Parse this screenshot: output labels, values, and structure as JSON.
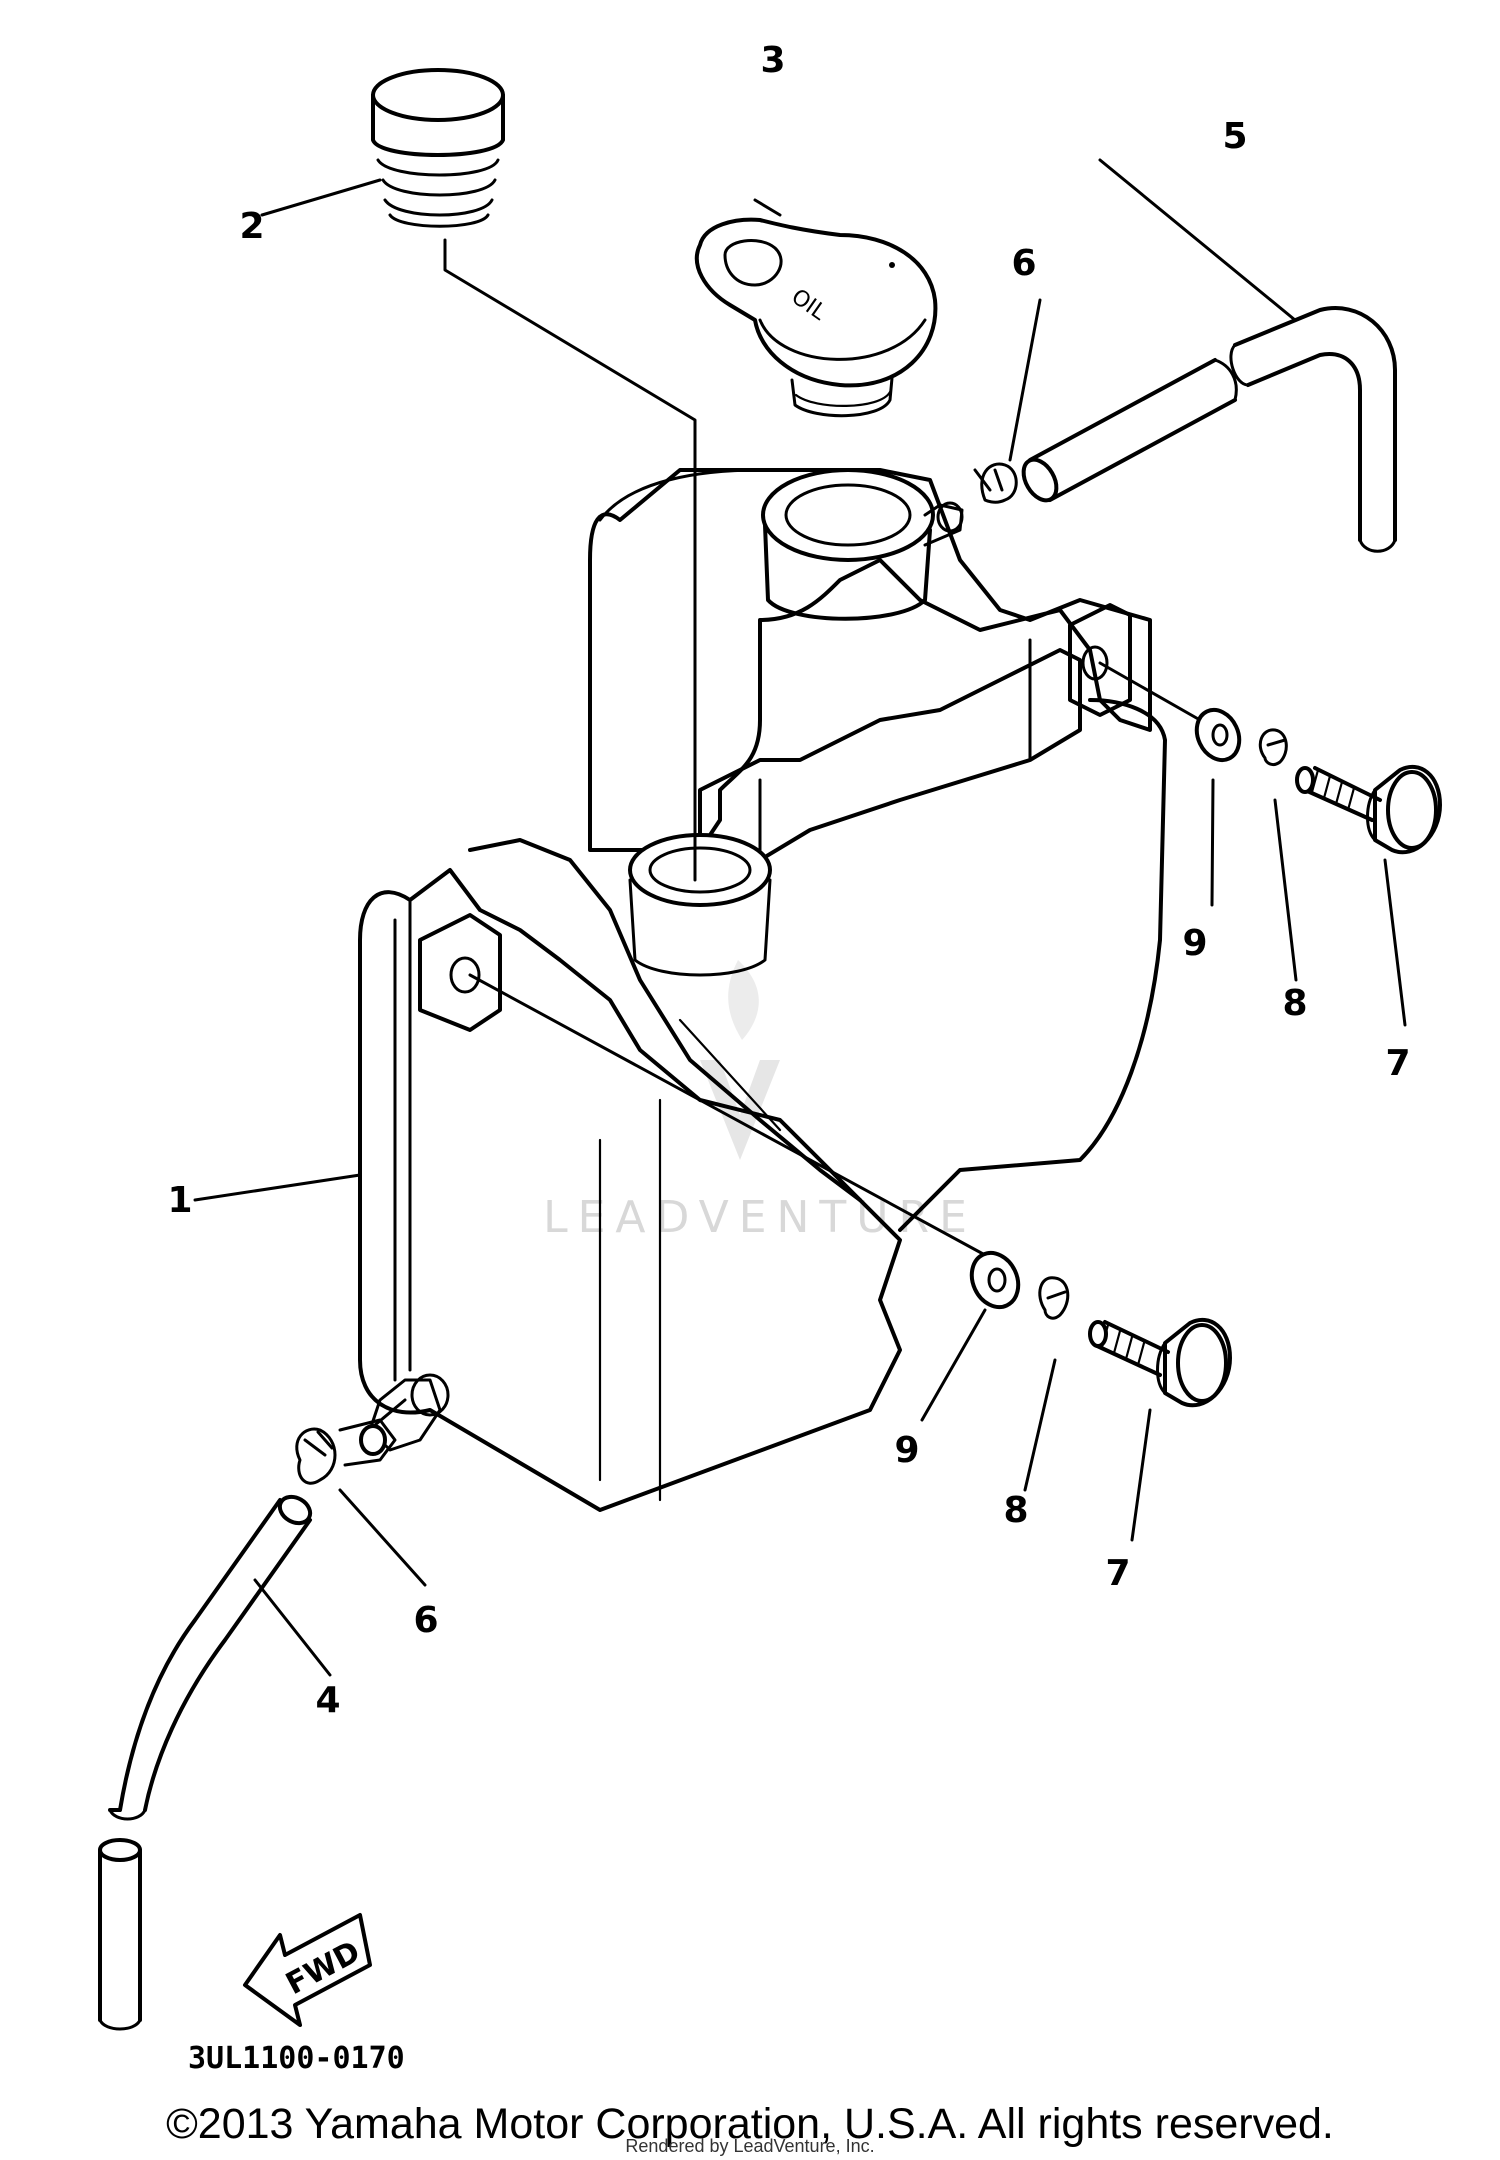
{
  "diagram": {
    "callouts": {
      "c1": "1",
      "c2": "2",
      "c3": "3",
      "c4": "4",
      "c5": "5",
      "c6a": "6",
      "c6b": "6",
      "c7a": "7",
      "c7b": "7",
      "c8a": "8",
      "c8b": "8",
      "c9a": "9",
      "c9b": "9"
    },
    "cap_marking": "OIL",
    "fwd_label": "FWD",
    "figure_code": "3UL1100-0170",
    "watermark": "LEADVENTURE"
  },
  "footer": {
    "copyright": "©2013 Yamaha Motor Corporation, U.S.A. All rights reserved.",
    "rendered_by": "Rendered by LeadVenture, Inc."
  }
}
